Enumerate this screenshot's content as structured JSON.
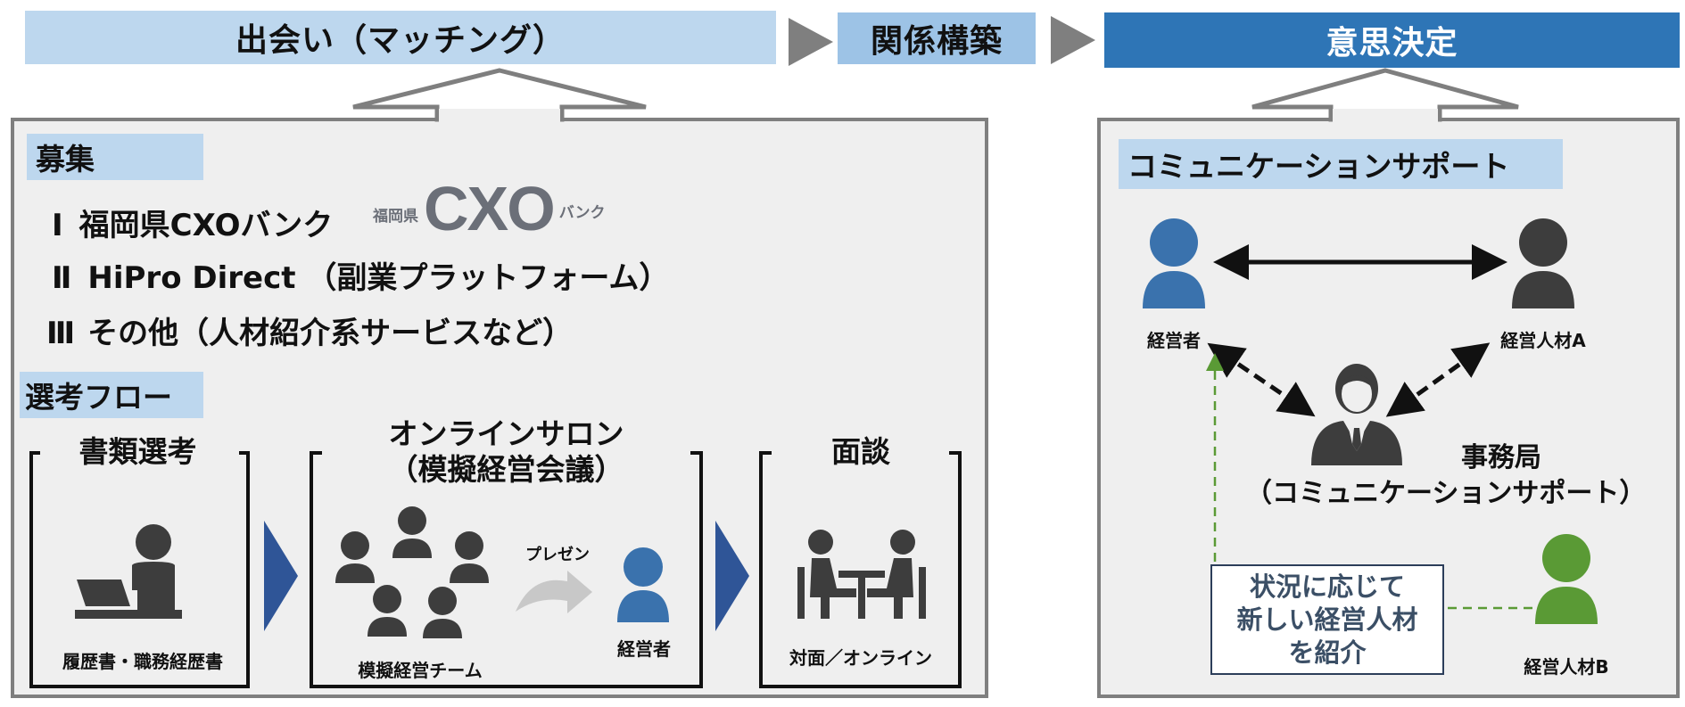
{
  "stages": {
    "matching": "出会い（マッチング）",
    "relationship": "関係構築",
    "decision": "意思決定"
  },
  "recruit": {
    "label": "募集",
    "items": [
      {
        "num": "Ⅰ",
        "text": "福岡県CXOバンク"
      },
      {
        "num": "Ⅱ",
        "text": "HiPro Direct （副業プラットフォーム）"
      },
      {
        "num": "Ⅲ",
        "text": "その他（人材紹介系サービスなど）"
      }
    ],
    "logo": {
      "prefix": "福岡県",
      "main": "CXO",
      "suffix": "バンク"
    }
  },
  "selection": {
    "label": "選考フロー",
    "steps": [
      {
        "title": "書類選考",
        "caption": "履歴書・職務経歴書"
      },
      {
        "title_line1": "オンラインサロン",
        "title_line2": "（模擬経営会議）",
        "team_caption": "模擬経営チーム",
        "present_label": "プレゼン",
        "exec_caption": "経営者"
      },
      {
        "title": "面談",
        "caption": "対面／オンライン"
      }
    ]
  },
  "support": {
    "label": "コミュニケーションサポート",
    "exec": "経営者",
    "talent_a": "経営人材A",
    "office_line1": "事務局",
    "office_line2": "（コミュニケーションサポート）",
    "talent_b": "経営人材B",
    "note": [
      "状況に応じて",
      "新しい経営人材",
      "を紹介"
    ]
  },
  "colors": {
    "light_blue": "#bdd7ee",
    "mid_blue": "#9dc3e6",
    "dark_blue": "#2e75b6",
    "navy": "#2f5597",
    "person_blue": "#3a72ad",
    "person_dark": "#3d3d3d",
    "person_green": "#5a9a35",
    "panel_bg": "#efefef",
    "panel_border": "#7f7f7f"
  }
}
